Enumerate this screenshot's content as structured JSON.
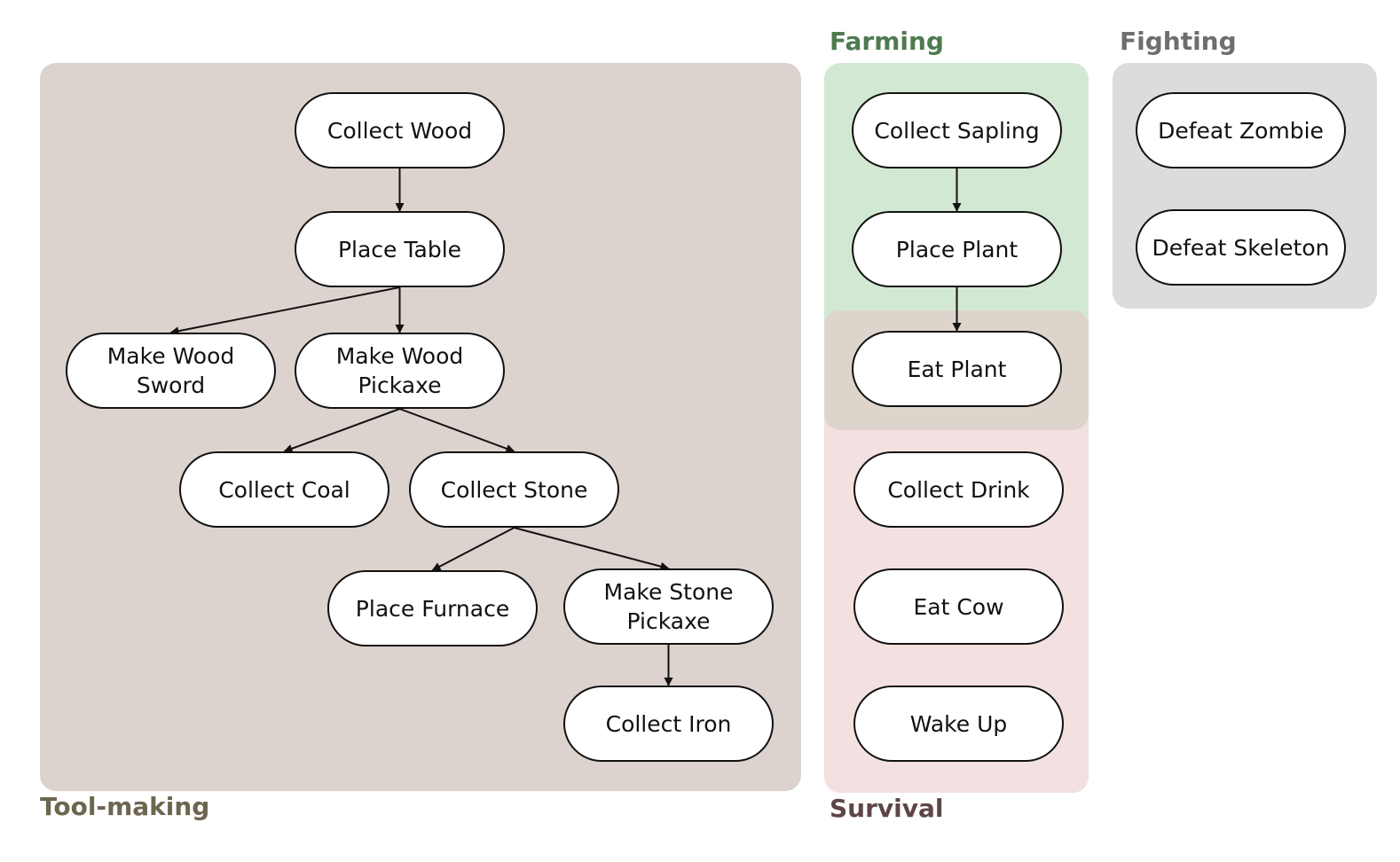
{
  "colors": {
    "toolmaking_bg": "#dcd3ce",
    "farming_bg": "#d3e8d2",
    "survival_bg": "#f3e1e1",
    "overlap_bg": "#ddd5cb",
    "fighting_bg": "#dcdcdc",
    "toolmaking_label": "#6d654f",
    "farming_label": "#4f7a50",
    "survival_label": "#5e4646",
    "fighting_label": "#6e6e6e",
    "node_border": "#111111",
    "edge": "#111111"
  },
  "groups": {
    "toolmaking": "Tool-making",
    "farming": "Farming",
    "survival": "Survival",
    "fighting": "Fighting"
  },
  "nodes": {
    "collect_wood": "Collect Wood",
    "place_table": "Place Table",
    "make_wood_sword": "Make Wood\nSword",
    "make_wood_pickaxe": "Make Wood\nPickaxe",
    "collect_coal": "Collect Coal",
    "collect_stone": "Collect Stone",
    "place_furnace": "Place Furnace",
    "make_stone_pickaxe": "Make Stone\nPickaxe",
    "collect_iron": "Collect Iron",
    "collect_sapling": "Collect Sapling",
    "place_plant": "Place Plant",
    "eat_plant": "Eat Plant",
    "collect_drink": "Collect Drink",
    "eat_cow": "Eat Cow",
    "wake_up": "Wake Up",
    "defeat_zombie": "Defeat Zombie",
    "defeat_skeleton": "Defeat Skeleton"
  },
  "edges": [
    [
      "collect_wood",
      "place_table"
    ],
    [
      "place_table",
      "make_wood_sword"
    ],
    [
      "place_table",
      "make_wood_pickaxe"
    ],
    [
      "make_wood_pickaxe",
      "collect_coal"
    ],
    [
      "make_wood_pickaxe",
      "collect_stone"
    ],
    [
      "collect_stone",
      "place_furnace"
    ],
    [
      "collect_stone",
      "make_stone_pickaxe"
    ],
    [
      "make_stone_pickaxe",
      "collect_iron"
    ],
    [
      "collect_sapling",
      "place_plant"
    ],
    [
      "place_plant",
      "eat_plant"
    ]
  ]
}
